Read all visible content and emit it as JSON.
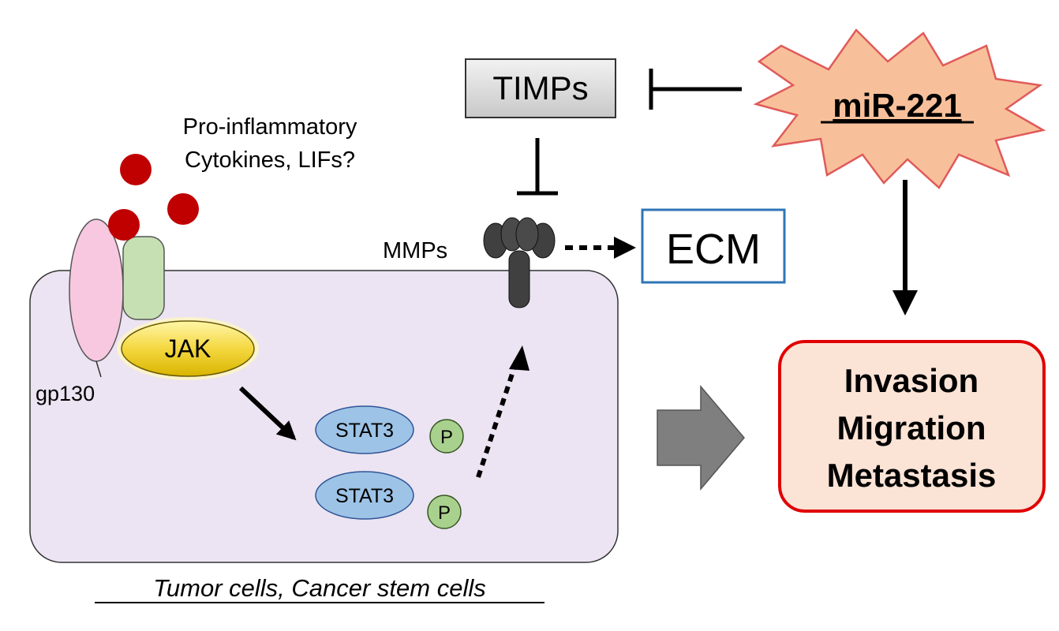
{
  "labels": {
    "cytokines_line1": "Pro-inflammatory",
    "cytokines_line2": "Cytokines, LIFs?",
    "timps": "TIMPs",
    "mir": "miR-221",
    "mmps": "MMPs",
    "ecm": "ECM",
    "jak": "JAK",
    "gp130": "gp130",
    "stat3_top": "STAT3",
    "stat3_bottom": "STAT3",
    "phospho_top": "P",
    "phospho_bottom": "P",
    "outcome_line1": "Invasion",
    "outcome_line2": "Migration",
    "outcome_line3": "Metastasis",
    "caption": "Tumor cells, Cancer stem cells"
  },
  "colors": {
    "cell_fill": "#ece4f2",
    "gp130_fill": "#f8c8e0",
    "receptor_fill": "#c6e0b4",
    "jak_fill": "#f4d840",
    "stat3_fill": "#9dc3e6",
    "phospho_fill": "#a9d18e",
    "cytokine_fill": "#c00000",
    "timps_fill": "#d9d9d9",
    "mir_fill": "#f8c09a",
    "mir_stroke": "#e05a5a",
    "ecm_stroke": "#2e75b6",
    "outcome_fill": "#fbe3d6",
    "outcome_stroke": "#e00000",
    "mmp_fill": "#404040",
    "big_arrow_fill": "#7f7f7f"
  }
}
